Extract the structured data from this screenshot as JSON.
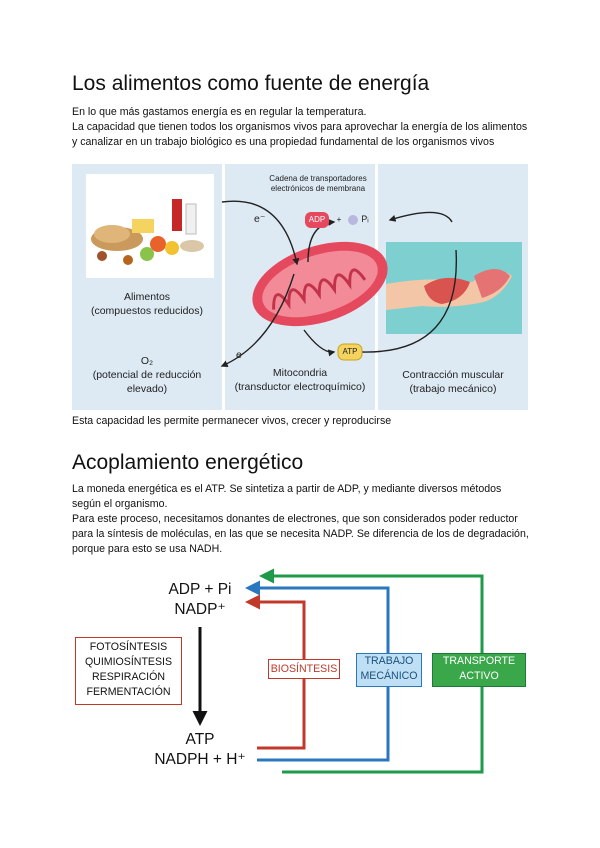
{
  "section1": {
    "title": "Los alimentos como fuente de energía",
    "paragraphs": [
      "En lo que más gastamos energía es en regular la temperatura.",
      "La capacidad que tienen todos los organismos vivos para aprovechar la energía de los alimentos y canalizar en un trabajo biológico es una propiedad fundamental de los organismos vivos"
    ],
    "after": "Esta capacidad les permite permanecer vivos, crecer y reproducirse"
  },
  "figure1": {
    "food_caption_1": "Alimentos",
    "food_caption_2": "(compuestos reducidos)",
    "o2": "O₂",
    "o2_caption_1": "(potencial de reducción",
    "o2_caption_2": "elevado)",
    "chain_label_1": "Cadena de transportadores",
    "chain_label_2": "electrónicos de membrana",
    "e_top": "e⁻",
    "e_bottom": "e",
    "adp": "ADP",
    "plus": "+",
    "pi": "Pᵢ",
    "atp": "ATP",
    "mito_caption_1": "Mitocondria",
    "mito_caption_2": "(transductor electroquímico)",
    "muscle_caption_1": "Contracción muscular",
    "muscle_caption_2": "(trabajo mecánico)"
  },
  "section2": {
    "title": "Acoplamiento energético",
    "paragraphs": [
      "La moneda energética es el ATP. Se sintetiza a partir de ADP, y mediante diversos métodos según el organismo.",
      "Para este proceso, necesitamos donantes de electrones, que son considerados poder reductor para la síntesis de moléculas, en las que se necesita NADP. Se diferencia de los de degradación, porque para esto se usa NADH."
    ]
  },
  "figure2": {
    "top_line_1": "ADP + Pi",
    "top_line_2": "NADP⁺",
    "processes": [
      "FOTOSÍNTESIS",
      "QUIMIOSÍNTESIS",
      "RESPIRACIÓN",
      "FERMENTACIÓN"
    ],
    "bottom_line_1": "ATP",
    "bottom_line_2": "NADPH + H⁺",
    "biosintesis": "BIOSÍNTESIS",
    "trabajo_1": "TRABAJO",
    "trabajo_2": "MECÁNICO",
    "transporte_1": "TRANSPORTE",
    "transporte_2": "ACTIVO",
    "colors": {
      "red": "#c0392b",
      "blue": "#2a77c0",
      "green": "#1e9a4a",
      "blue_fill": "#bfe0f4",
      "green_fill": "#3aa84a"
    }
  }
}
